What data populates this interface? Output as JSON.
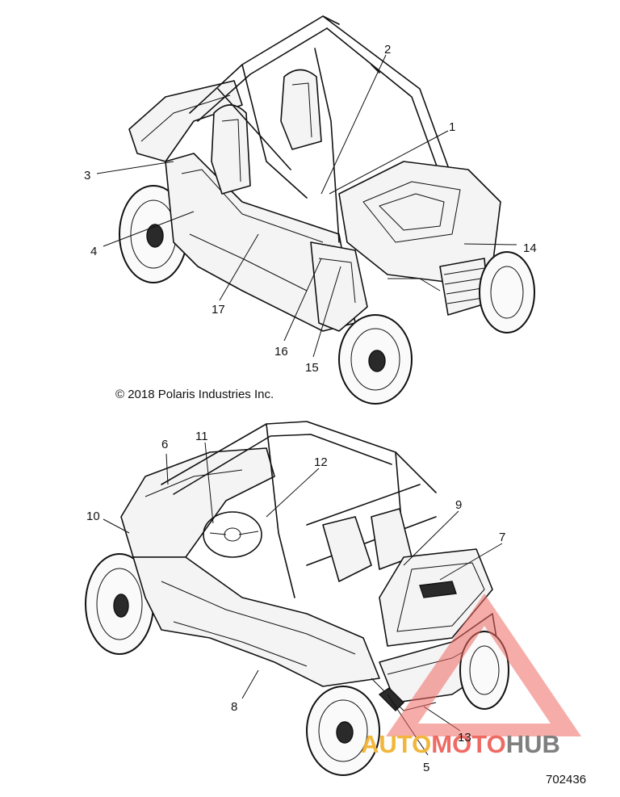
{
  "copyright": "© 2018 Polaris Industries Inc.",
  "part_number": "702436",
  "watermark": {
    "part_a": "AUTO",
    "part_b": "MOTO",
    "part_c": "HUB",
    "colors": {
      "triangle": "#ee6a63",
      "auto": "#f2b63a",
      "moto": "#ee6a63",
      "hub": "#7f7f7f"
    }
  },
  "top_view": {
    "callouts": [
      {
        "id": "c2",
        "label": "2"
      },
      {
        "id": "c1",
        "label": "1"
      },
      {
        "id": "c3",
        "label": "3"
      },
      {
        "id": "c4",
        "label": "4"
      },
      {
        "id": "c14",
        "label": "14"
      },
      {
        "id": "c17",
        "label": "17"
      },
      {
        "id": "c16",
        "label": "16"
      },
      {
        "id": "c15",
        "label": "15"
      }
    ]
  },
  "bottom_view": {
    "callouts": [
      {
        "id": "c6",
        "label": "6"
      },
      {
        "id": "c11",
        "label": "11"
      },
      {
        "id": "c12",
        "label": "12"
      },
      {
        "id": "c10",
        "label": "10"
      },
      {
        "id": "c9",
        "label": "9"
      },
      {
        "id": "c7",
        "label": "7"
      },
      {
        "id": "c8",
        "label": "8"
      },
      {
        "id": "c13",
        "label": "13"
      },
      {
        "id": "c5",
        "label": "5"
      }
    ]
  }
}
